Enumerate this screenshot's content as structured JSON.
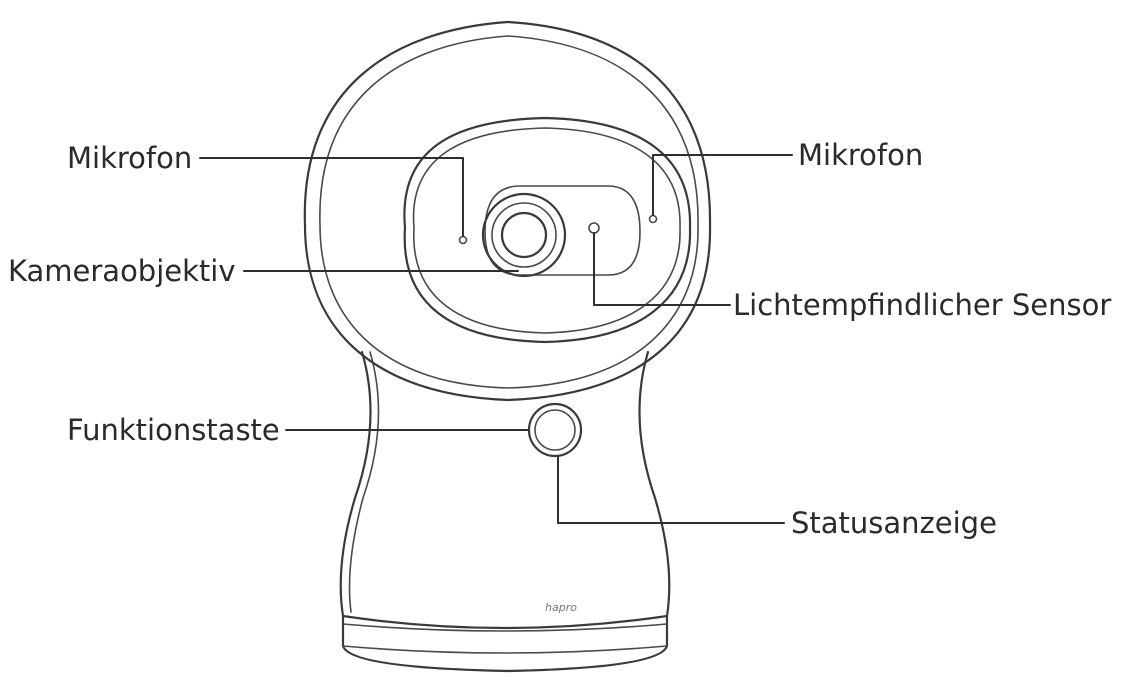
{
  "labels": {
    "mic_left": "Mikrofon",
    "mic_right": "Mikrofon",
    "lens": "Kameraobjektiv",
    "light_sensor": "Lichtempfindlicher Sensor",
    "function_key": "Funktionstaste",
    "status_indicator": "Statusanzeige"
  },
  "device": {
    "brand_mark": "hapro"
  }
}
